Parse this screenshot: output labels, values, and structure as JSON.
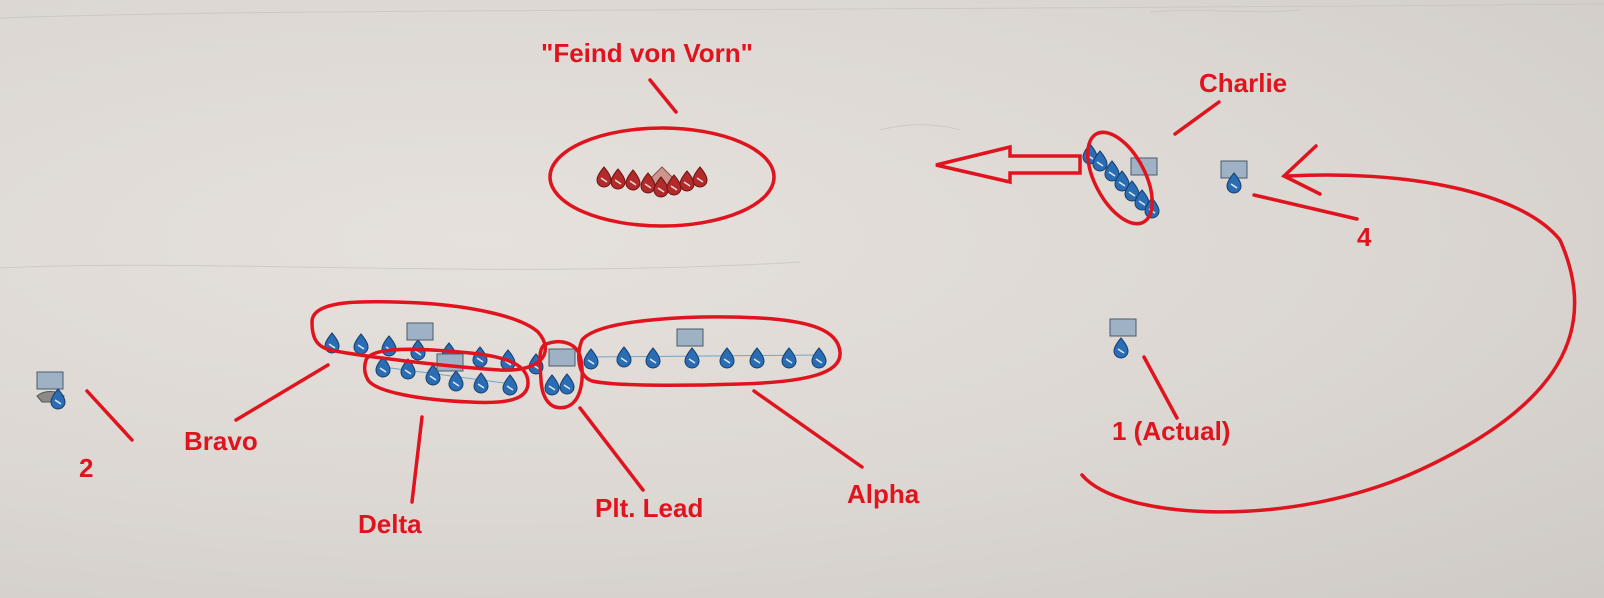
{
  "labels": {
    "enemy": "\"Feind von Vorn\"",
    "charlie": "Charlie",
    "four": "4",
    "bravo": "Bravo",
    "two": "2",
    "delta": "Delta",
    "plt_lead": "Plt. Lead",
    "alpha": "Alpha",
    "actual": "1 (Actual)"
  },
  "colors": {
    "annotation": "#e0141e",
    "friendly": "#2a6db5",
    "enemy": "#b32a2a",
    "ground": "#dcd7d2"
  }
}
